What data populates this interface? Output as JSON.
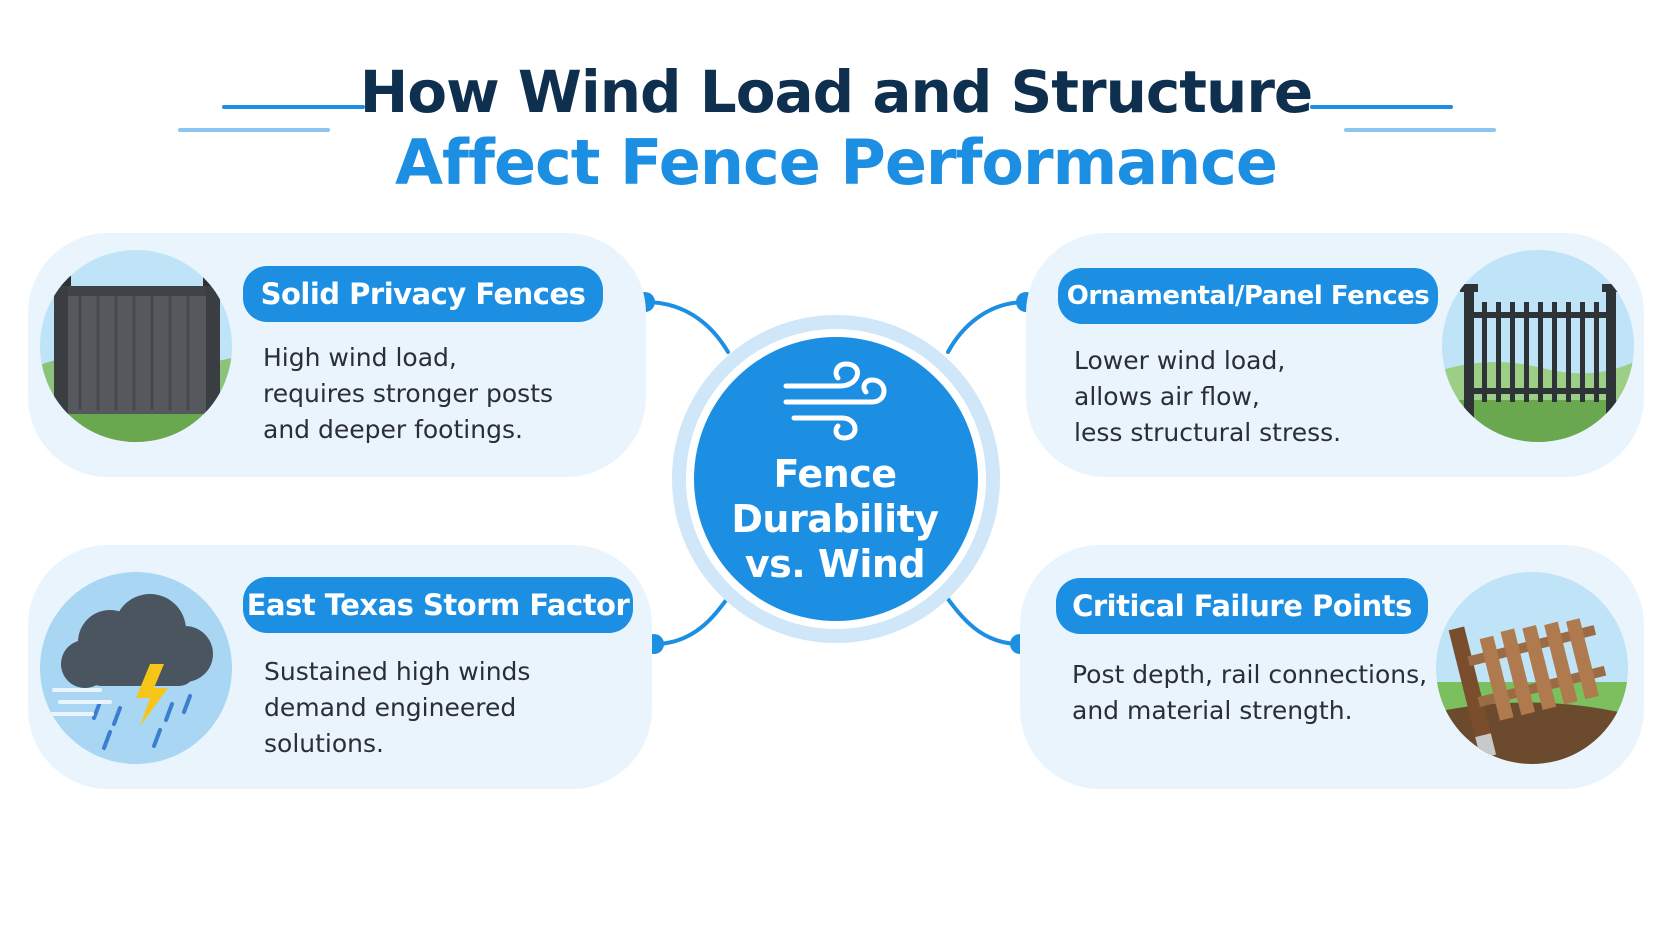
{
  "title": {
    "line1": "How Wind Load and Structure",
    "line2": "Affect Fence Performance"
  },
  "center": {
    "line1": "Fence",
    "line2": "Durability",
    "line3": "vs. Wind",
    "icon": "wind-icon"
  },
  "cards": {
    "solid_privacy": {
      "title": "Solid Privacy Fences",
      "lines": [
        "High wind load,",
        "requires stronger posts",
        "and deeper footings."
      ],
      "icon": "privacy-fence-icon"
    },
    "ornamental": {
      "title": "Ornamental/Panel Fences",
      "lines": [
        "Lower wind load,",
        "allows air flow,",
        "less structural stress."
      ],
      "icon": "ornamental-fence-icon"
    },
    "storm": {
      "title": "East Texas Storm Factor",
      "lines": [
        "Sustained high winds",
        "demand engineered",
        "solutions."
      ],
      "icon": "storm-cloud-icon"
    },
    "failure": {
      "title": "Critical Failure Points",
      "lines": [
        "Post depth, rail connections,",
        "and material strength."
      ],
      "icon": "leaning-fence-icon"
    }
  },
  "colors": {
    "title_dark": "#0e2f4e",
    "accent_blue": "#1d8fe3",
    "card_bg": "#e9f4fd"
  }
}
